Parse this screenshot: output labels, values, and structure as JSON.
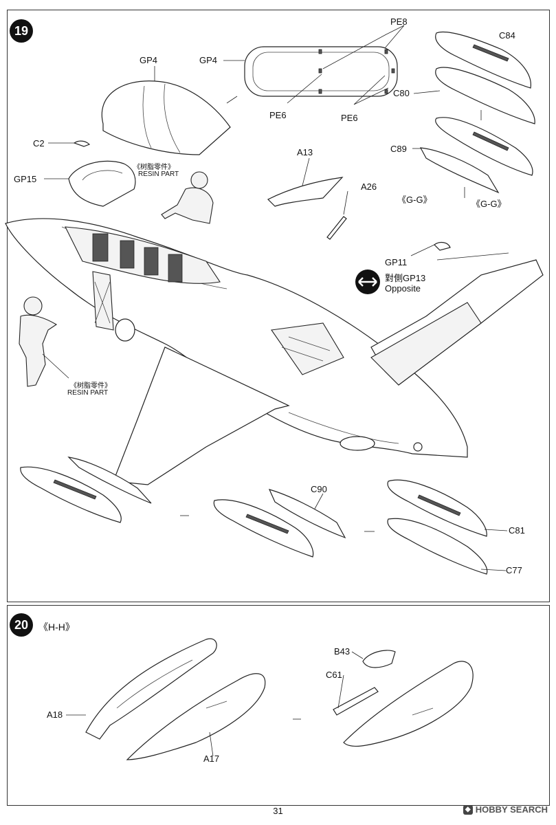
{
  "steps": [
    {
      "number": "19"
    },
    {
      "number": "20",
      "subtitle": "《H-H》"
    }
  ],
  "step19_labels": {
    "pe8": "PE8",
    "gp4_left": "GP4",
    "gp4_right": "GP4",
    "c84": "C84",
    "c80": "C80",
    "pe6_left": "PE6",
    "pe6_right": "PE6",
    "c2": "C2",
    "c89": "C89",
    "a13": "A13",
    "resin_cn_1": "《树脂零件》",
    "resin_en_1": "RESIN PART",
    "gp15": "GP15",
    "a26": "A26",
    "gg_left": "《G-G》",
    "gg_right": "《G-G》",
    "gp11": "GP11",
    "opposite_cn": "對側GP13",
    "opposite_en": "Opposite",
    "resin_cn_2": "《树脂零件》",
    "resin_en_2": "RESIN PART",
    "c90": "C90",
    "c81": "C81",
    "c77": "C77"
  },
  "step20_labels": {
    "b43": "B43",
    "c61": "C61",
    "a18": "A18",
    "a17": "A17"
  },
  "footer": {
    "page_number": "31",
    "watermark": "HOBBY SEARCH"
  }
}
